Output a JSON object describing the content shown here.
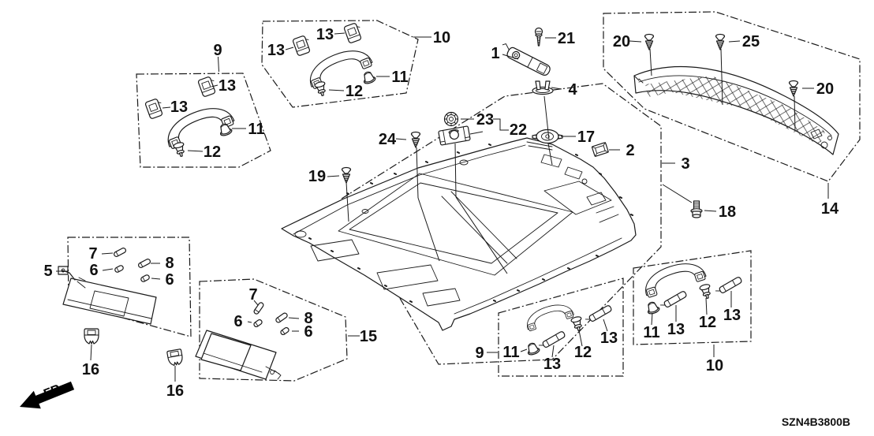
{
  "drawing": {
    "code": "SZN4B3800B",
    "direction_label": "FR.",
    "callouts": [
      {
        "ref": "9"
      },
      {
        "ref": "13"
      },
      {
        "ref": "13"
      },
      {
        "ref": "11"
      },
      {
        "ref": "12"
      },
      {
        "ref": "10"
      },
      {
        "ref": "13"
      },
      {
        "ref": "13"
      },
      {
        "ref": "11"
      },
      {
        "ref": "12"
      },
      {
        "ref": "21"
      },
      {
        "ref": "1"
      },
      {
        "ref": "4"
      },
      {
        "ref": "20"
      },
      {
        "ref": "25"
      },
      {
        "ref": "20"
      },
      {
        "ref": "14"
      },
      {
        "ref": "23"
      },
      {
        "ref": "22"
      },
      {
        "ref": "24"
      },
      {
        "ref": "17"
      },
      {
        "ref": "2"
      },
      {
        "ref": "3"
      },
      {
        "ref": "19"
      },
      {
        "ref": "18"
      },
      {
        "ref": "5"
      },
      {
        "ref": "7"
      },
      {
        "ref": "6"
      },
      {
        "ref": "8"
      },
      {
        "ref": "6"
      },
      {
        "ref": "16"
      },
      {
        "ref": "16"
      },
      {
        "ref": "15"
      },
      {
        "ref": "7"
      },
      {
        "ref": "6"
      },
      {
        "ref": "8"
      },
      {
        "ref": "6"
      },
      {
        "ref": "9"
      },
      {
        "ref": "11"
      },
      {
        "ref": "13"
      },
      {
        "ref": "12"
      },
      {
        "ref": "13"
      },
      {
        "ref": "10"
      },
      {
        "ref": "11"
      },
      {
        "ref": "13"
      },
      {
        "ref": "12"
      },
      {
        "ref": "13"
      }
    ]
  }
}
